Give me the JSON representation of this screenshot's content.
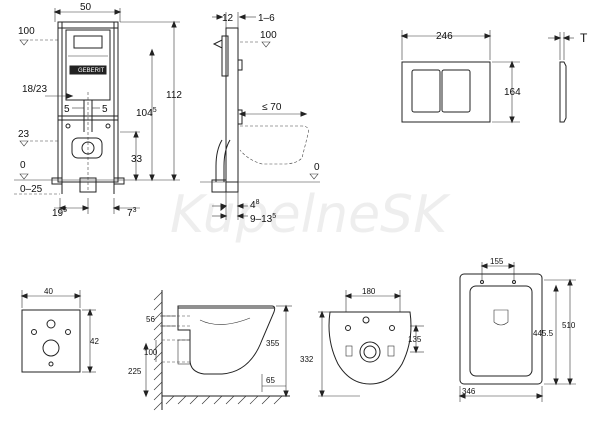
{
  "watermark": "KupelneSK",
  "frame_front": {
    "width": "50",
    "top_level": "100",
    "height_total": "112",
    "height_inner": "104",
    "height_inner_sup": "5",
    "pipe_range": "18/23",
    "offset_left": "5",
    "offset_right": "5",
    "level_23": "23",
    "level_33": "33",
    "floor": "0",
    "floor_range": "0–25",
    "bottom_left": "19",
    "bottom_left_sup": "5",
    "bottom_right": "7",
    "bottom_right_sup": "3"
  },
  "frame_side": {
    "top_a": "12",
    "top_b": "1–6",
    "top_level": "100",
    "depth": "≤ 70",
    "floor": "0",
    "bottom_a": "4",
    "bottom_a_sup": "8",
    "bottom_b": "9–13",
    "bottom_b_sup": "5"
  },
  "plate_front": {
    "width": "246",
    "height": "164"
  },
  "plate_side": {
    "thickness": "T"
  },
  "bottom_small": {
    "width": "40",
    "height": "42"
  },
  "toilet_side": {
    "d56": "56",
    "d100": "100",
    "d225": "225",
    "d355": "355",
    "d65": "65"
  },
  "toilet_back": {
    "d180": "180",
    "d135": "135",
    "d332": "332"
  },
  "toilet_top": {
    "d155": "155",
    "d510": "510",
    "d445": "445.5",
    "d346": "346"
  }
}
